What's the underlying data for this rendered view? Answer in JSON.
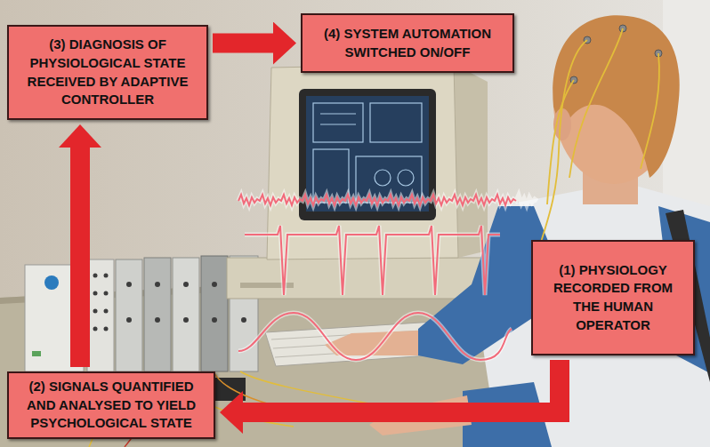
{
  "diagram": {
    "nodes": [
      {
        "text": [
          "(3) DIAGNOSIS OF PHYSIOLOGICAL STATE RECEIVED BY ADAPTIVE CONTROLLER"
        ]
      },
      {
        "text": [
          "(4) SYSTEM AUTOMATION SWITCHED ON/OFF"
        ]
      },
      {
        "text": [
          "(1) PHYSIOLOGY RECORDED FROM THE HUMAN OPERATOR"
        ]
      },
      {
        "text": [
          "(2) SIGNALS QUANTIFIED AND ANALYSED TO YIELD PSYCHOLOGICAL STATE"
        ]
      }
    ],
    "edges": [
      {
        "from": 2,
        "to": 3,
        "arrow": "to"
      },
      {
        "from": 3,
        "to": 0,
        "arrow": "to"
      },
      {
        "from": 0,
        "to": 1,
        "arrow": "to"
      }
    ]
  }
}
